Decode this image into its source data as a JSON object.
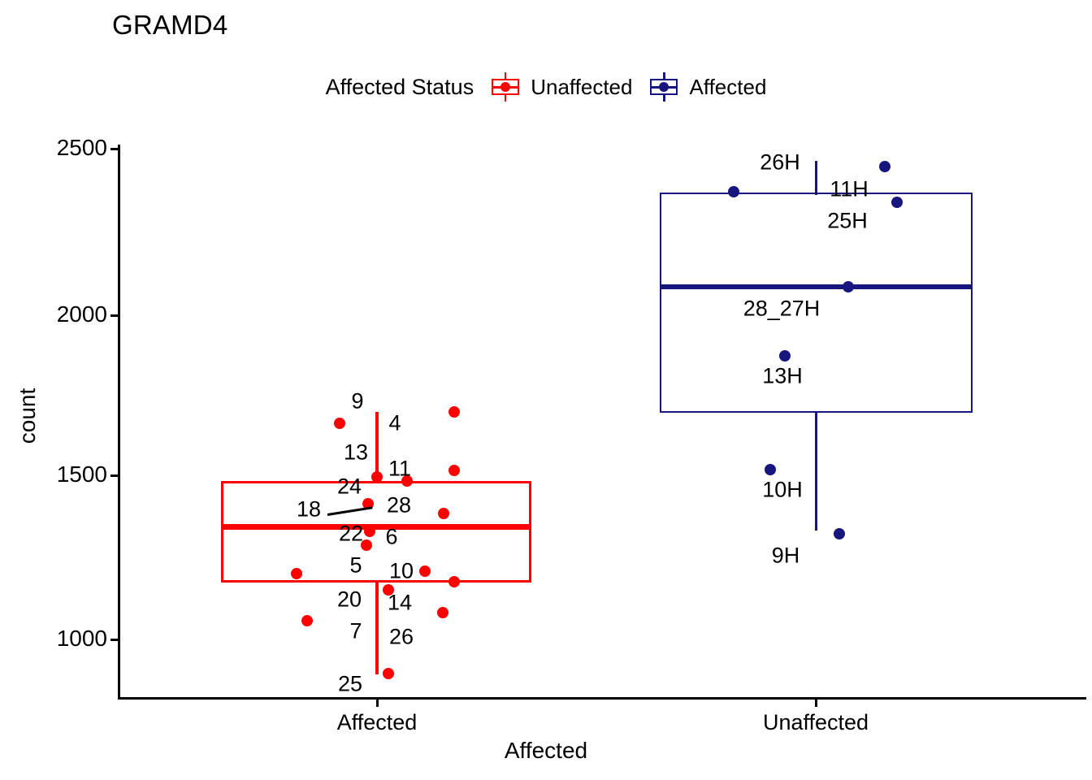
{
  "title": "GRAMD4",
  "legend": {
    "title": "Affected Status",
    "entries": [
      {
        "label": "Unaffected",
        "color": "#ff0000",
        "key_name": "legend-key-unaffected"
      },
      {
        "label": "Affected",
        "color": "#16167e",
        "key_name": "legend-key-affected"
      }
    ]
  },
  "axes": {
    "xlabel": "Affected",
    "ylabel": "count",
    "ytick_labels": [
      "2500",
      "2000",
      "1500",
      "1000"
    ],
    "xtick_labels": [
      "Affected",
      "Unaffected"
    ]
  },
  "chart_data": {
    "type": "box",
    "title": "GRAMD4",
    "xlabel": "Affected",
    "ylabel": "count",
    "ylim": [
      835,
      2540
    ],
    "yticks": [
      1000,
      1500,
      2000,
      2500
    ],
    "categories": [
      "Affected",
      "Unaffected"
    ],
    "grid": false,
    "legend_position": "top",
    "groups": [
      {
        "name": "Affected",
        "series_label": "Unaffected",
        "color": "#ff0000",
        "box": {
          "whisker_low": 885,
          "q1": 1172,
          "median": 1340,
          "q3": 1502,
          "whisker_high": 1705
        },
        "points": [
          {
            "label": "9",
            "value": 1669
          },
          {
            "label": "4",
            "value": 1704
          },
          {
            "label": "13",
            "value": 1500
          },
          {
            "label": "11",
            "value": 1488
          },
          {
            "label": "24",
            "value": 1518
          },
          {
            "label": "18",
            "value": 1435
          },
          {
            "label": "28",
            "value": 1387
          },
          {
            "label": "22",
            "value": 1378
          },
          {
            "label": "6",
            "value": 1306
          },
          {
            "label": "5",
            "value": 1208
          },
          {
            "label": "10",
            "value": 1220
          },
          {
            "label": "20",
            "value": 1160
          },
          {
            "label": "14",
            "value": 1180
          },
          {
            "label": "7",
            "value": 1068
          },
          {
            "label": "26",
            "value": 1085
          },
          {
            "label": "25",
            "value": 885
          }
        ]
      },
      {
        "name": "Unaffected",
        "series_label": "Affected",
        "color": "#16167e",
        "box": {
          "whisker_low": 1322,
          "q1": 1700,
          "median": 2078,
          "q3": 2355,
          "whisker_high": 2440
        },
        "points": [
          {
            "label": "26H",
            "value": 2370
          },
          {
            "label": "11H",
            "value": 2440
          },
          {
            "label": "25H",
            "value": 2340
          },
          {
            "label": "28_27H",
            "value": 2078
          },
          {
            "label": "13H",
            "value": 1872
          },
          {
            "label": "10H",
            "value": 1520
          },
          {
            "label": "9H",
            "value": 1325
          }
        ]
      }
    ]
  }
}
